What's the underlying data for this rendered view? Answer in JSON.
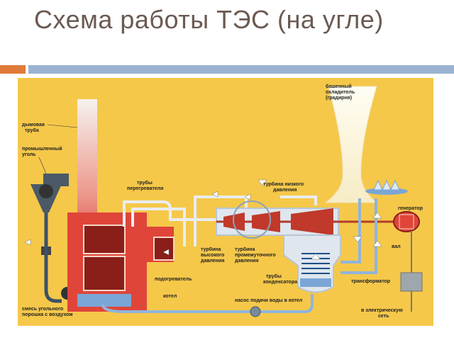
{
  "slide": {
    "title": "Схема работы ТЭС (на угле)"
  },
  "colors": {
    "accent_orange": "#e07a3a",
    "accent_blue": "#9bb3d0",
    "background_diagram": "#f5c84a",
    "boiler": "#e0453a",
    "water": "#7aa6d6"
  },
  "diagram": {
    "labels": {
      "chimney": "дымовая\nтруба",
      "coal": "промышленный\nуголь",
      "superheater_pipes": "трубы\nперегревателя",
      "hp_turbine": "турбина\nвысокого\nдавления",
      "ip_turbine": "турбина\nпромежуточного\nдавления",
      "lp_turbine": "турбина низкого\nдавления",
      "cooling_tower": "башенный\nохладитель\n(градирня)",
      "generator": "генератор",
      "shaft": "вал",
      "heater": "подогреватель",
      "boiler": "котел",
      "condenser_pipes": "трубы\nконденсатора",
      "transformer": "трансформатор",
      "pump": "насос подачи воды в котел",
      "coal_mix": "смесь угольного\nпорошка с воздухом",
      "grid": "в электрическую\nсеть"
    }
  }
}
